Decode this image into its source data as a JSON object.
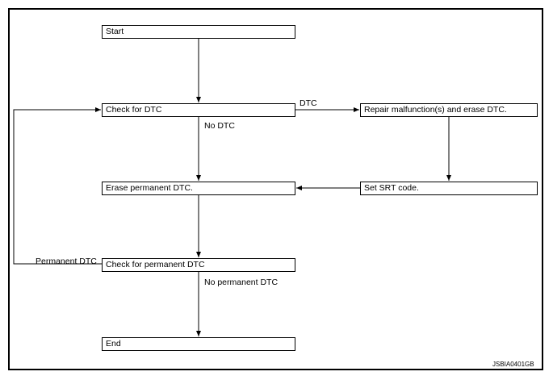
{
  "flowchart": {
    "start": "Start",
    "check_dtc": "Check for DTC",
    "repair": "Repair malfunction(s) and erase DTC.",
    "set_srt": "Set SRT code.",
    "erase_perm": "Erase permanent DTC.",
    "check_perm": "Check for permanent DTC",
    "end": "End",
    "edge_dtc": "DTC",
    "edge_no_dtc": "No DTC",
    "edge_permanent": "Permanent DTC",
    "edge_no_permanent": "No permanent DTC"
  },
  "figure_code": "JSBIA0401GB"
}
